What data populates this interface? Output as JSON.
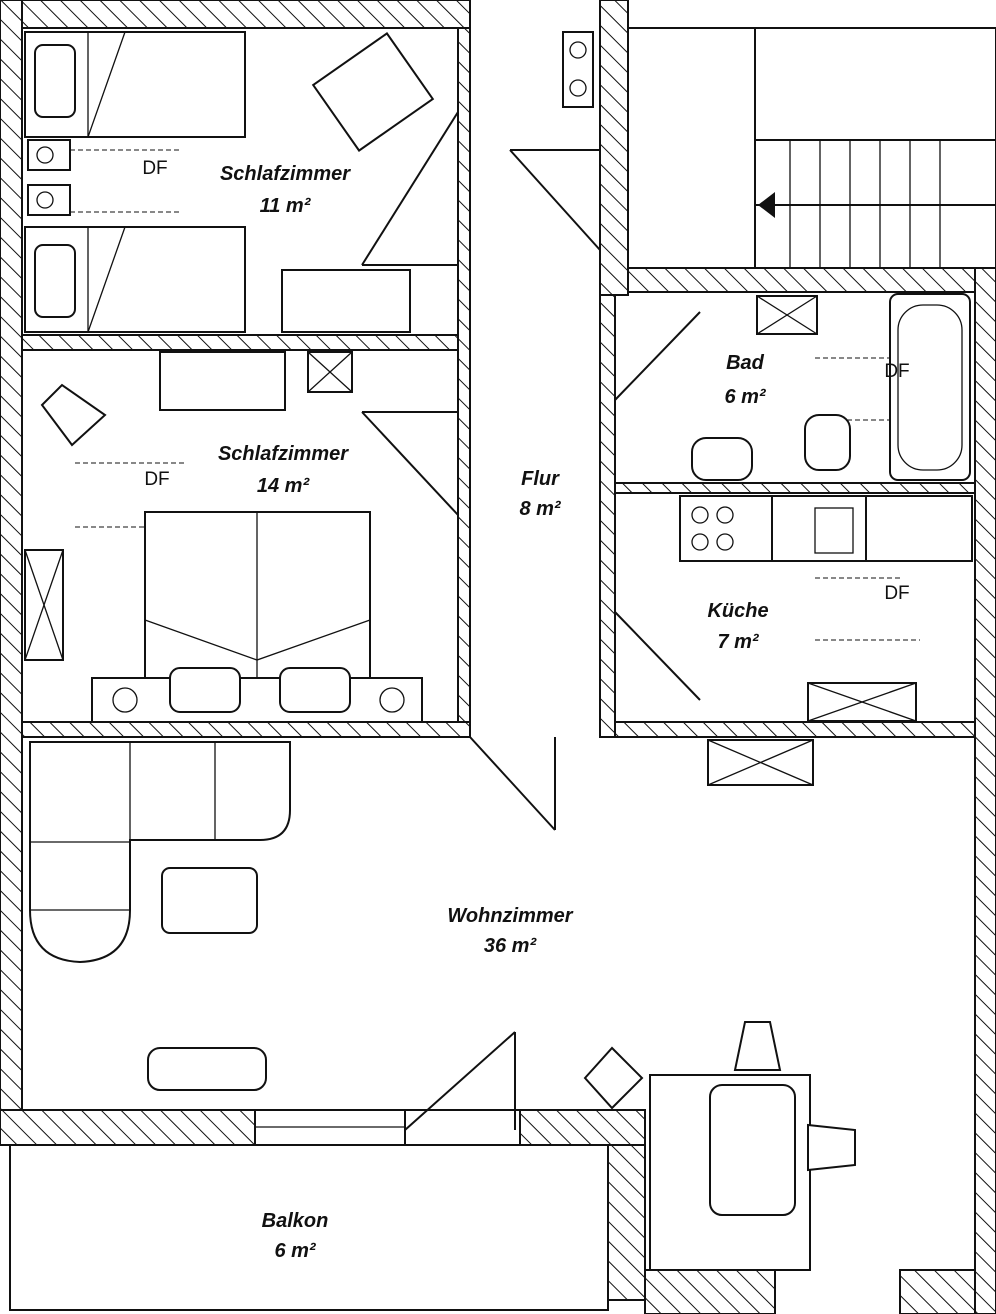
{
  "rooms": [
    {
      "name": "Schlafzimmer",
      "area": "11 m²"
    },
    {
      "name": "Schlafzimmer",
      "area": "14 m²"
    },
    {
      "name": "Flur",
      "area": "8 m²"
    },
    {
      "name": "Bad",
      "area": "6 m²"
    },
    {
      "name": "Küche",
      "area": "7 m²"
    },
    {
      "name": "Wohnzimmer",
      "area": "36 m²"
    },
    {
      "name": "Balkon",
      "area": "6 m²"
    }
  ],
  "markers": {
    "df": "DF"
  }
}
